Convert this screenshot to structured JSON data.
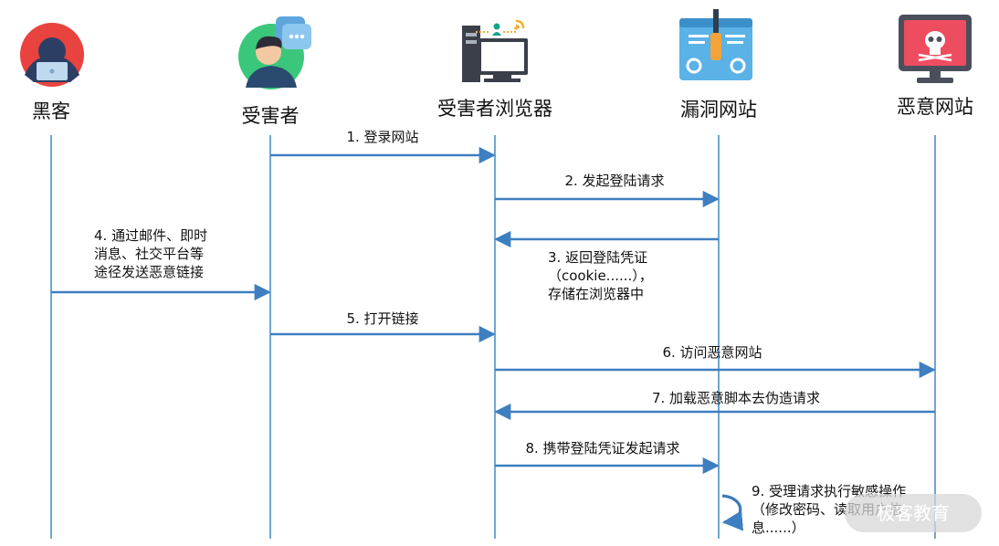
{
  "actors": [
    {
      "id": "hacker",
      "label": "黑客",
      "icon": "hacker-icon"
    },
    {
      "id": "victim",
      "label": "受害者",
      "icon": "victim-icon"
    },
    {
      "id": "browser",
      "label": "受害者浏览器",
      "icon": "browser-computer-icon"
    },
    {
      "id": "vuln_site",
      "label": "漏洞网站",
      "icon": "vulnerable-website-icon"
    },
    {
      "id": "malicious_site",
      "label": "恶意网站",
      "icon": "malicious-website-icon"
    }
  ],
  "messages": [
    {
      "step": 1,
      "from": "victim",
      "to": "browser",
      "lines": [
        "1. 登录网站"
      ]
    },
    {
      "step": 2,
      "from": "browser",
      "to": "vuln_site",
      "lines": [
        "2. 发起登陆请求"
      ]
    },
    {
      "step": 3,
      "from": "vuln_site",
      "to": "browser",
      "lines": [
        "3. 返回登陆凭证",
        "（cookie......），",
        "存储在浏览器中"
      ]
    },
    {
      "step": 4,
      "from": "hacker",
      "to": "victim",
      "lines": [
        "4. 通过邮件、即时",
        "消息、社交平台等",
        "途径发送恶意链接"
      ]
    },
    {
      "step": 5,
      "from": "victim",
      "to": "browser",
      "lines": [
        "5. 打开链接"
      ]
    },
    {
      "step": 6,
      "from": "browser",
      "to": "malicious_site",
      "lines": [
        "6. 访问恶意网站"
      ]
    },
    {
      "step": 7,
      "from": "malicious_site",
      "to": "browser",
      "lines": [
        "7. 加载恶意脚本去伪造请求"
      ]
    },
    {
      "step": 8,
      "from": "browser",
      "to": "vuln_site",
      "lines": [
        "8. 携带登陆凭证发起请求"
      ]
    },
    {
      "step": 9,
      "from": "vuln_site",
      "to": "vuln_site",
      "lines": [
        "9. 受理请求执行敏感操作",
        "（修改密码、读取用户信",
        "息......）"
      ]
    }
  ],
  "watermark": "极客教育",
  "colors": {
    "lifeline": "#4a8fc9",
    "arrow": "#3d7fc0",
    "self_loop": "#3c7ab8"
  }
}
